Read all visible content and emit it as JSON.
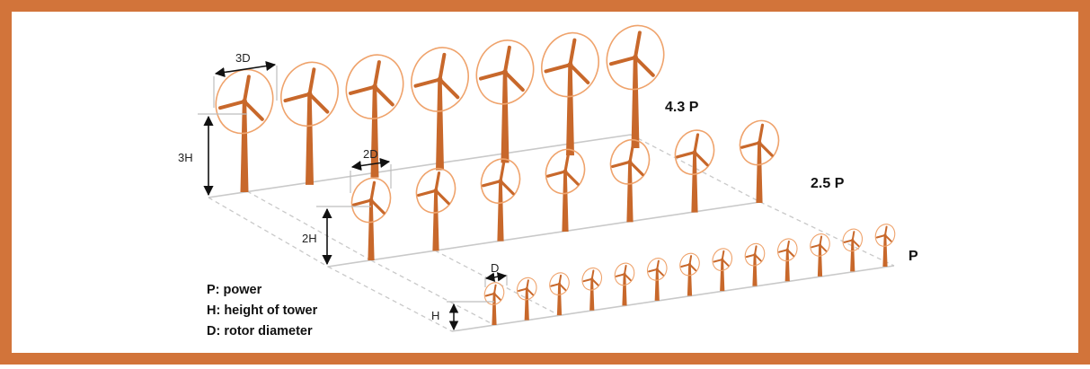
{
  "colors": {
    "frame": "#D2743A",
    "turbine": "#C8682B",
    "rotor_ring": "#EFA36C",
    "ground": "#C9C9C9",
    "guide": "#BDBDBD",
    "arrow": "#111111",
    "text": "#111111"
  },
  "rows": [
    {
      "level_label": "4.3 P",
      "spacing_label": "3D",
      "height_label": "3H",
      "turbine_count": 7
    },
    {
      "level_label": "2.5 P",
      "spacing_label": "2D",
      "height_label": "2H",
      "turbine_count": 7
    },
    {
      "level_label": "P",
      "spacing_label": "D",
      "height_label": "H",
      "turbine_count": 13
    }
  ],
  "legend": [
    {
      "text": "P: power"
    },
    {
      "text": "H: height of tower"
    },
    {
      "text": "D: rotor diameter"
    }
  ]
}
